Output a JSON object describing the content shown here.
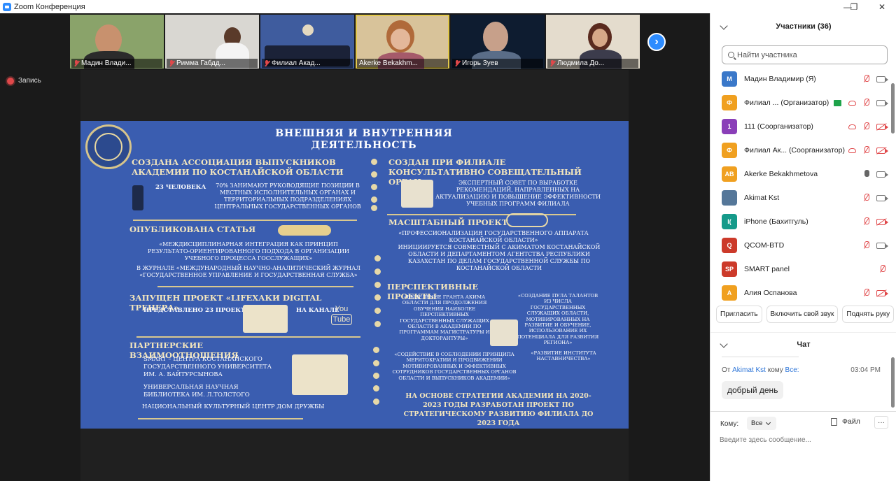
{
  "window": {
    "title": "Zoom Конференция"
  },
  "gallery": {
    "tiles": [
      {
        "name": "Мадин Влади...",
        "muted": true
      },
      {
        "name": "Римма Габдд...",
        "muted": true
      },
      {
        "name": "Филиал Акад...",
        "muted": true
      },
      {
        "name": "Akerke Bekakhm...",
        "muted": false
      },
      {
        "name": "Игорь Зуев",
        "muted": true
      },
      {
        "name": "Людмила До...",
        "muted": true
      }
    ],
    "next_icon": "chevron-right-icon"
  },
  "recording": {
    "label": "Запись"
  },
  "slide": {
    "title_line1": "ВНЕШНЯЯ И ВНУТРЕННЯЯ",
    "title_line2": "ДЕЯТЕЛЬНОСТЬ",
    "s1_heading": "СОЗДАНА  АССОЦИАЦИЯ ВЫПУСКНИКОВ АКАДЕМИИ ПО КОСТАНАЙСКОЙ ОБЛАСТИ",
    "s1_count": "23 ЧЕЛОВЕКА",
    "s1_text": "70% ЗАНИМАЮТ РУКОВОДЯЩИЕ ПОЗИЦИИ В МЕСТНЫХ ИСПОЛНИТЕЛЬНЫХ ОРГАНАХ И ТЕРРИТОРИАЛЬНЫХ ПОДРАЗДЕЛЕНИЯХ ЦЕНТРАЛЬНЫХ ГОСУДАРСТВЕННЫХ ОРГАНОВ",
    "s2_heading": "ОПУБЛИКОВАНА  СТАТЬЯ",
    "s2_text": "«МЕЖДИСЦИПЛИНАРНАЯ ИНТЕГРАЦИЯ КАК ПРИНЦИП РЕЗУЛЬТАТО-ОРИЕНТИРОВАННОГО ПОДХОДА В ОРГАНИЗАЦИИ УЧЕБНОГО ПРОЦЕССА ГОССЛУЖАЩИХ»",
    "s2_journal": "В ЖУРНАЛЕ «МЕЖДУНАРОДНЫЙ НАУЧНО-АНАЛИТИЧЕСКИЙ ЖУРНАЛ «ГОСУДАРСТВЕННОЕ УПРАВЛЕНИЕ И ГОСУДАРСТВЕННАЯ СЛУЖБА»",
    "s3_heading": "ЗАПУЩЕН ПРОЕКТ «LIFEХАКИ DIGITAL ТРЕНЕРА»",
    "s3_text": "ПРЕДСТАВЛЕНО 23 ПРОЕКТА",
    "s3_channel": "НА КАНАЛЕ",
    "youtube_you": "You",
    "youtube_tube": "Tube",
    "s4_heading": "ПАРТНЕРСКИЕ ВЗАИМООТНОШЕНИЯ",
    "s4_item1": "SMART – ЦЕНТРА КОСТАНАЙСКОГО ГОСУДАРСТВЕННОГО УНИВЕРСИТЕТА ИМ. А. БАЙТУРСЫНОВА",
    "s4_item2": "УНИВЕРСАЛЬНАЯ НАУЧНАЯ БИБЛИОТЕКА ИМ. Л.ТОЛСТОГО",
    "s4_item3": "НАЦИОНАЛЬНЫЙ КУЛЬТУРНЫЙ ЦЕНТР ДОМ ДРУЖБЫ",
    "r1_heading": "СОЗДАН ПРИ ФИЛИАЛЕ КОНСУЛЬТАТИВНО СОВЕЩАТЕЛЬНЫЙ ОРГАН",
    "r1_text": "ЭКСПЕРТНЫЙ СОВЕТ ПО ВЫРАБОТКЕ РЕКОМЕНДАЦИЙ, НАПРАВЛЕННЫХ НА АКТУАЛИЗАЦИЮ И ПОВЫШЕНИЕ ЭФФЕКТИВНОСТИ УЧЕБНЫХ ПРОГРАММ ФИЛИАЛА",
    "r2_heading": "МАСШТАБНЫЙ ПРОЕКТ",
    "r2_text1": "«ПРОФЕССИОНАЛИЗАЦИЯ ГОСУДАРСТВЕННОГО АППАРАТА КОСТАНАЙСКОЙ ОБЛАСТИ»",
    "r2_text2": "ИНИЦИИРУЕТСЯ СОВМЕСТНЫЙ С АКИМАТОМ КОСТАНАЙСКОЙ ОБЛАСТИ И ДЕПАРТАМЕНТОМ АГЕНТСТВА РЕСПУБЛИКИ КАЗАХСТАН ПО ДЕЛАМ ГОСУДАРСТВЕННОЙ СЛУЖБЫ ПО КОСТАНАЙСКОЙ ОБЛАСТИ",
    "r3_heading": "ПЕРСПЕКТИВНЫЕ ПРОЕКТЫ",
    "r3_a": "«ВЫДЕЛЕНИЕ ГРАНТА АКИМА ОБЛАСТИ ДЛЯ ПРОДОЛЖЕНИЯ ОБУЧЕНИЯ НАИБОЛЕЕ ПЕРСПЕКТИВНЫХ ГОСУДАРСТВЕННЫХ СЛУЖАЩИХ ОБЛАСТИ В АКАДЕМИИ ПО ПРОГРАММАМ МАГИСТРАТУРЫ И ДОКТОРАНТУРЫ»",
    "r3_b": "«СОЗДАНИЕ ПУЛА ТАЛАНТОВ ИЗ ЧИСЛА ГОСУДАРСТВЕННЫХ СЛУЖАЩИХ ОБЛАСТИ, МОТИВИРОВАННЫХ НА РАЗВИТИЕ И ОБУЧЕНИЕ, ИСПОЛЬЗОВАНИЕ ИХ ПОТЕНЦИАЛА ДЛЯ РАЗВИТИЯ РЕГИОНА»",
    "r3_c": "«СОДЕЙСТВИЕ В СОБЛЮДЕНИИ ПРИНЦИПА МЕРИТОКРАТИИ И ПРОДВИЖЕНИИ МОТИВИРОВАННЫХ И ЭФФЕКТИВНЫХ СОТРУДНИКОВ ГОСУДАРСТВЕННЫХ ОРГАНОВ ОБЛАСТИ И ВЫПУСКНИКОВ АКАДЕМИИ»",
    "r3_d": "«РАЗВИТИЕ ИНСТИТУТА НАСТАВНИЧЕСТВА»",
    "r4_text": "НА ОСНОВЕ СТРАТЕГИИ АКАДЕМИИ НА 2020-2023 ГОДЫ РАЗРАБОТАН ПРОЕКТ ПО СТРАТЕГИЧЕСКОМУ РАЗВИТИЮ ФИЛИАЛА ДО 2023 ГОДА"
  },
  "participants": {
    "header": "Участники (36)",
    "search_placeholder": "Найти участника",
    "list": [
      {
        "initials": "M",
        "color": "#3a78c9",
        "name": "Мадин Владимир (Я)"
      },
      {
        "initials": "Ф",
        "color": "#f0a020",
        "name": "Филиал ...  (Организатор)"
      },
      {
        "initials": "1",
        "color": "#8a3fb8",
        "name": "111 (Соорганизатор)"
      },
      {
        "initials": "Ф",
        "color": "#f0a020",
        "name": "Филиал Ак...  (Соорганизатор)"
      },
      {
        "initials": "AB",
        "color": "#f0a020",
        "name": "Akerke Bekakhmetova"
      },
      {
        "initials": "",
        "color": "#557799",
        "name": "Akimat Kst"
      },
      {
        "initials": "I(",
        "color": "#159a8a",
        "name": "iPhone (Бахитгуль)"
      },
      {
        "initials": "Q",
        "color": "#cc3a2a",
        "name": "QCOM-BTD"
      },
      {
        "initials": "SP",
        "color": "#cc3a2a",
        "name": "SMART panel"
      },
      {
        "initials": "A",
        "color": "#f0a020",
        "name": "Алия Оспанова"
      }
    ],
    "buttons": {
      "invite": "Пригласить",
      "unmute": "Включить свой звук",
      "raise": "Поднять руку"
    }
  },
  "chat": {
    "header": "Чат",
    "from_label": "От",
    "sender": "Akimat Kst",
    "to_label": "кому",
    "recipient": "Все:",
    "time": "03:04 PM",
    "message": "добрый день",
    "to_field_label": "Кому:",
    "to_value": "Все",
    "file_label": "Файл",
    "more_label": "···",
    "input_placeholder": "Введите здесь сообщение..."
  }
}
